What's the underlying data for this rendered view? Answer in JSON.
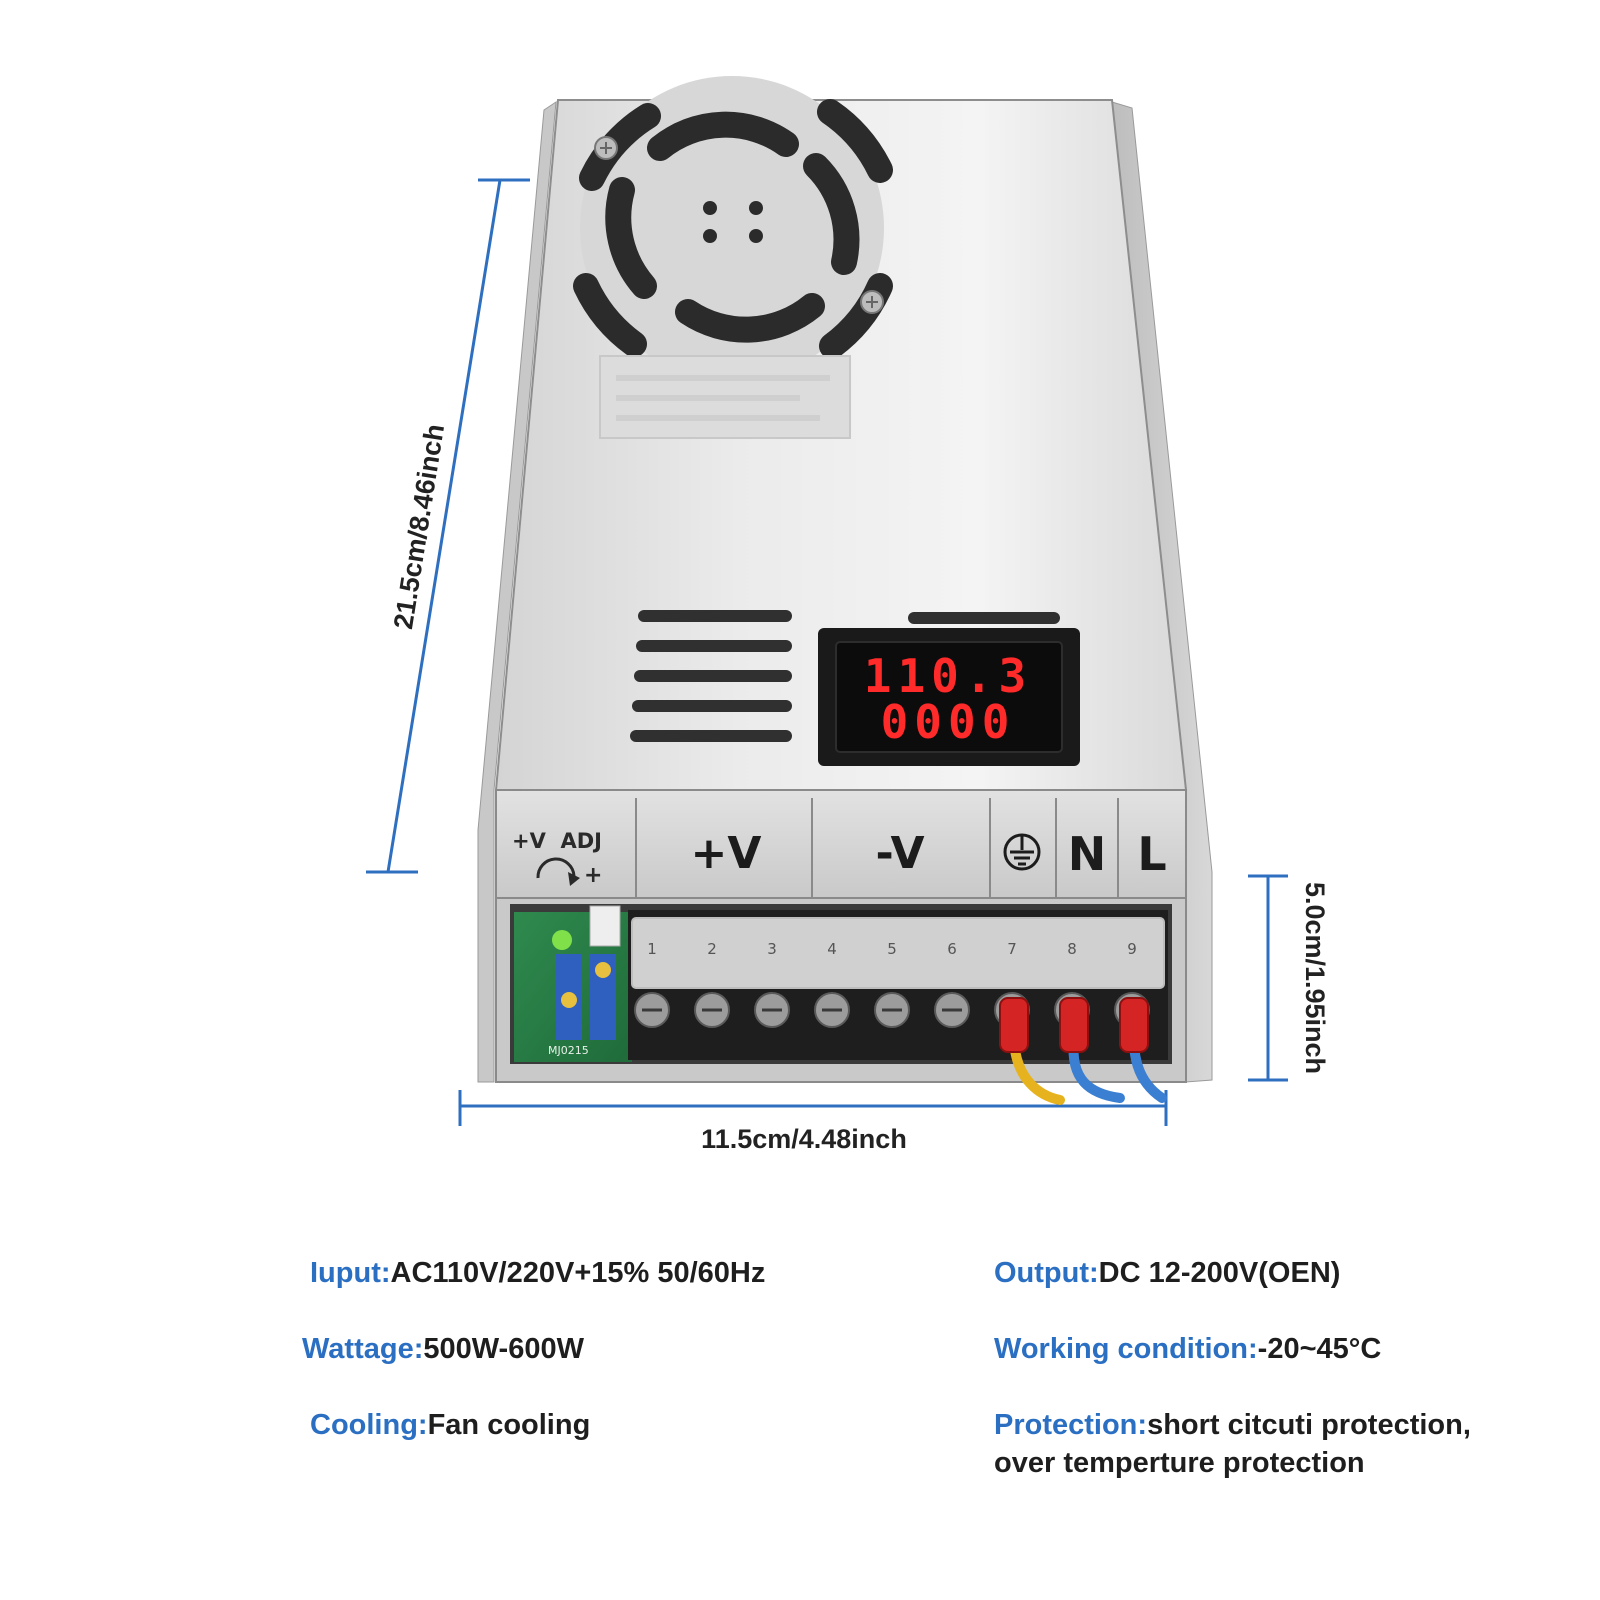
{
  "dimensions": {
    "height_label": "21.5cm/8.46inch",
    "width_label": "11.5cm/4.48inch",
    "depth_label": "5.0cm/1.95inch",
    "line_color": "#2f6fc0"
  },
  "product": {
    "display": {
      "top_reading": "110.3",
      "bottom_reading": "0000",
      "digit_color": "#ff2a2a"
    },
    "panel": {
      "adj_label": "+V  ADJ",
      "adj_arrow_label": "+",
      "terminal_labels": [
        "+V",
        "-V",
        "N",
        "L"
      ],
      "ground_icon": "ground-icon"
    },
    "terminal_numbers": [
      "1",
      "2",
      "3",
      "4",
      "5",
      "6",
      "7",
      "8",
      "9"
    ],
    "board_label": "MJ0215"
  },
  "specs": {
    "input": {
      "key": "Iuput:",
      "value": "AC110V/220V+15% 50/60Hz"
    },
    "output": {
      "key": "Output:",
      "value": "DC 12-200V(OEN)"
    },
    "wattage": {
      "key": "Wattage:",
      "value": "500W-600W"
    },
    "working_condition": {
      "key": "Working condition:",
      "value": "-20~45°C"
    },
    "cooling": {
      "key": "Cooling:",
      "value": "Fan cooling"
    },
    "protection": {
      "key": "Protection:",
      "value_line1": "short citcuti protection,",
      "value_line2": "over temperture protection"
    },
    "key_color": "#2b6fc2"
  }
}
